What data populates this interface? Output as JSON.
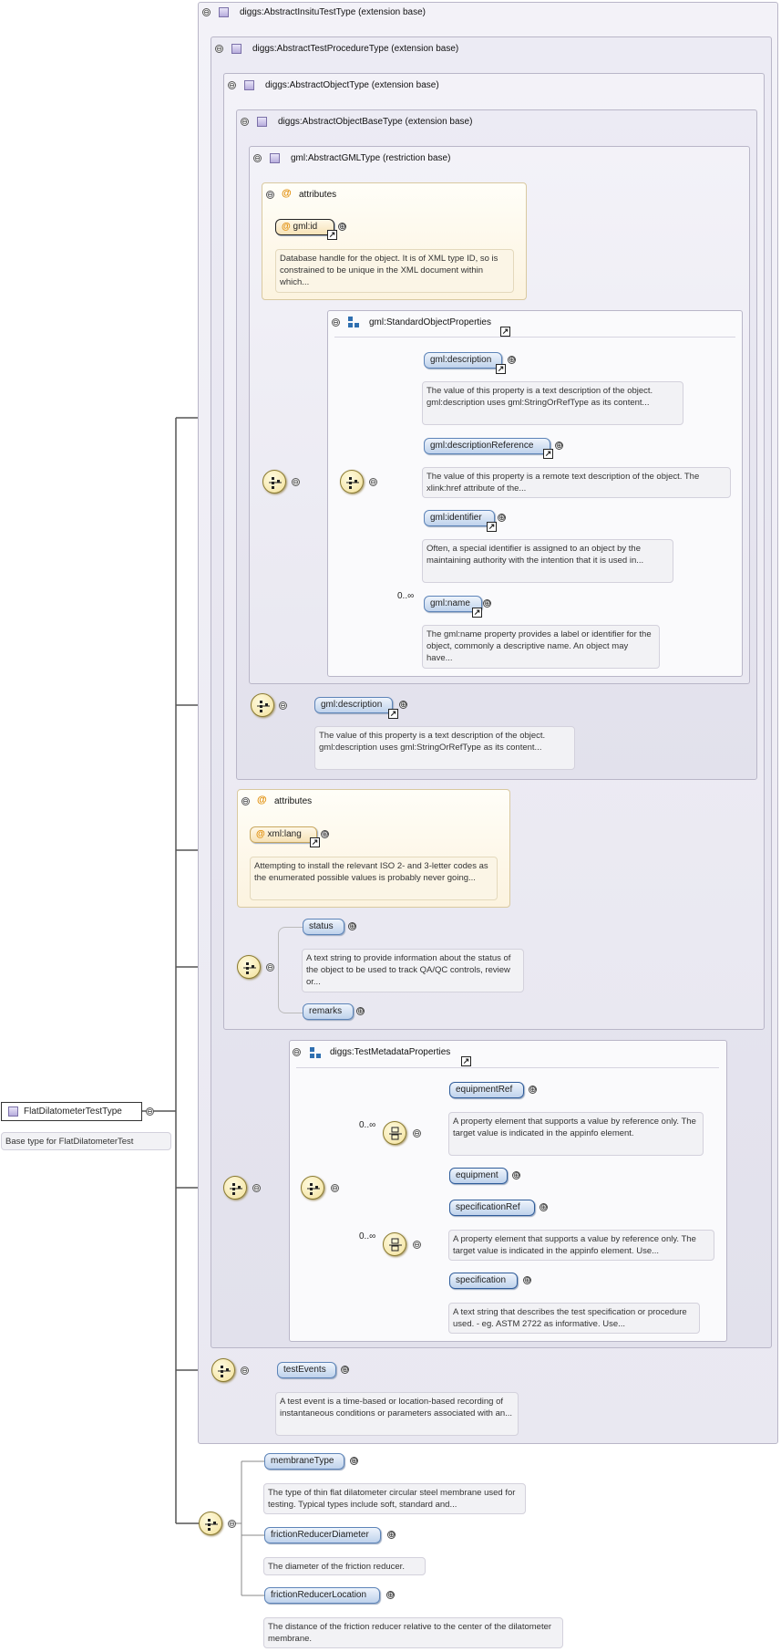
{
  "root": {
    "name": "FlatDilatometerTestType",
    "doc": "Base type for FlatDilatometerTest"
  },
  "bases": {
    "abstract_insitu": "diggs:AbstractInsituTestType (extension base)",
    "abstract_test_procedure": "diggs:AbstractTestProcedureType (extension base)",
    "abstract_object": "diggs:AbstractObjectType (extension base)",
    "abstract_object_base": "diggs:AbstractObjectBaseType (extension base)",
    "abstract_gml": "gml:AbstractGMLType (restriction base)"
  },
  "gml_attributes": {
    "title": "attributes",
    "id_name": "gml:id",
    "id_doc": "Database handle for the object. It is of XML type ID, so is constrained to be unique in the XML document within which..."
  },
  "standard_object_properties": {
    "title": "gml:StandardObjectProperties",
    "items": [
      {
        "name": "gml:description",
        "doc": "The value of this property is a text description of the object. gml:description uses gml:StringOrRefType as its content..."
      },
      {
        "name": "gml:descriptionReference",
        "doc": "The value of this property is a remote text description of the object. The xlink:href attribute of the..."
      },
      {
        "name": "gml:identifier",
        "doc": "Often, a special identifier is assigned to an object by the maintaining authority with the intention that it is used in..."
      },
      {
        "name": "gml:name",
        "occurrence": "0..∞",
        "doc": "The gml:name property provides a label or identifier for the object, commonly a descriptive name. An object may have..."
      }
    ]
  },
  "object_base_description": {
    "name": "gml:description",
    "doc": "The value of this property is a text description of the object. gml:description uses gml:StringOrRefType as its content..."
  },
  "xml_attributes": {
    "title": "attributes",
    "lang_name": "xml:lang",
    "lang_doc": "Attempting to install the relevant ISO 2- and 3-letter codes as the enumerated possible values is probably never going..."
  },
  "object_seq": {
    "status": {
      "name": "status",
      "doc": "A text string to provide information about the status of the object to be used to track QA/QC controls, review or..."
    },
    "remarks": {
      "name": "remarks"
    }
  },
  "test_metadata": {
    "title": "diggs:TestMetadataProperties",
    "occ1": "0..∞",
    "occ2": "0..∞",
    "equipmentRef": {
      "name": "equipmentRef",
      "doc": "A property element that supports a value by reference only. The target value is indicated in the appinfo element."
    },
    "equipment": {
      "name": "equipment"
    },
    "specificationRef": {
      "name": "specificationRef",
      "doc": "A property element that supports a value by reference only. The target value is indicated in the appinfo element. Use..."
    },
    "specification": {
      "name": "specification",
      "doc": "A text string that describes the test specification or procedure used. - eg. ASTM 2722 as informative. Use..."
    }
  },
  "test_events": {
    "name": "testEvents",
    "doc": "A test event is a time-based or location-based recording of instantaneous conditions or parameters associated with an..."
  },
  "own": {
    "membraneType": {
      "name": "membraneType",
      "doc": "The type of thin flat dilatometer circular steel membrane used for testing. Typical types include soft, standard and..."
    },
    "frictionReducerDiameter": {
      "name": "frictionReducerDiameter",
      "doc": "The diameter of the friction reducer."
    },
    "frictionReducerLocation": {
      "name": "frictionReducerLocation",
      "doc": "The distance of the friction reducer relative to the center of the dilatometer membrane."
    }
  },
  "symbols": {
    "collapse": "⊖",
    "expand": "⊕",
    "link": "↗",
    "attribute": "@"
  }
}
